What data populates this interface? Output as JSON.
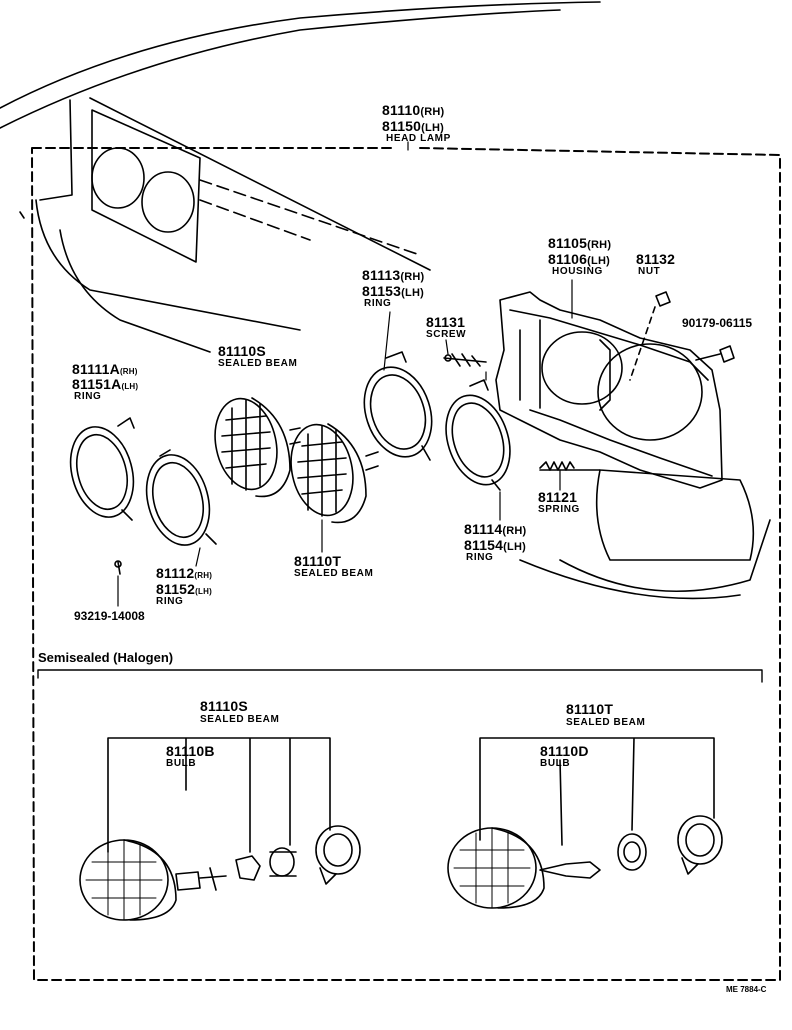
{
  "labels": {
    "head_lamp": {
      "pn_rh": "81110",
      "side_rh": "(RH)",
      "pn_lh": "81150",
      "side_lh": "(LH)",
      "desc": "HEAD LAMP"
    },
    "housing": {
      "pn_rh": "81105",
      "side_rh": "(RH)",
      "pn_lh": "81106",
      "side_lh": "(LH)",
      "desc": "HOUSING"
    },
    "nut": {
      "pn": "81132",
      "desc": "NUT"
    },
    "nut_bolt": {
      "pn": "90179-06115"
    },
    "ring_81113": {
      "pn_rh": "81113",
      "side_rh": "(RH)",
      "pn_lh": "81153",
      "side_lh": "(LH)",
      "desc": "RING"
    },
    "screw": {
      "pn": "81131",
      "desc": "SCREW"
    },
    "sealed_beam_s": {
      "pn": "81110S",
      "desc": "SEALED BEAM"
    },
    "ring_81111": {
      "pn_rh": "81111A",
      "side_rh": "(RH)",
      "pn_lh": "81151A",
      "side_lh": "(LH)",
      "desc": "RING"
    },
    "spring": {
      "pn": "81121",
      "desc": "SPRING"
    },
    "ring_81114": {
      "pn_rh": "81114",
      "side_rh": "(RH)",
      "pn_lh": "81154",
      "side_lh": "(LH)",
      "desc": "RING"
    },
    "sealed_beam_t": {
      "pn": "81110T",
      "desc": "SEALED BEAM"
    },
    "ring_81112": {
      "pn_rh": "81112",
      "side_rh": "(RH)",
      "pn_lh": "81152",
      "side_lh": "(LH)",
      "desc": "RING"
    },
    "screw_bottom": {
      "pn": "93219-14008"
    }
  },
  "section": {
    "title": "Semisealed (Halogen)",
    "left": {
      "pn": "81110S",
      "desc": "SEALED BEAM",
      "bulb_pn": "81110B",
      "bulb_desc": "BULB"
    },
    "right": {
      "pn": "81110T",
      "desc": "SEALED BEAM",
      "bulb_pn": "81110D",
      "bulb_desc": "BULB"
    }
  },
  "ref_code": "ME 7884-C"
}
